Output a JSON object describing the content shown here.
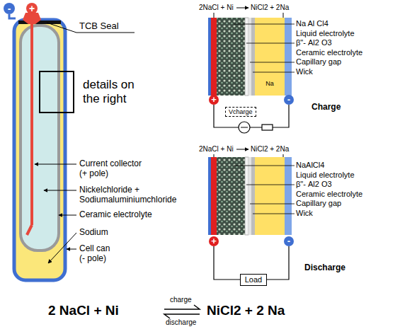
{
  "diagram": {
    "nodes": [
      {
        "text": [
          "details on the right"
        ]
      },
      {
        "text": [
          "Vcharge"
        ]
      },
      {
        "text": [
          "Load"
        ]
      }
    ],
    "labels": [
      "-",
      "+",
      "TCB Seal",
      "Current collector (+ pole)",
      "Nickelchloride + Sodiumaluminiumchloride",
      "Ceramic electrolyte",
      "Sodium",
      "Cell can (- pole)",
      "2NaCl + Ni",
      "NiCl2 + 2Na",
      "Na Al Cl4",
      "Liquid electrolyte",
      "β\"- Al2 O3",
      "Ceramic electrolyte",
      "Capillary gap",
      "Wick",
      "Na",
      "+",
      "-",
      "Charge",
      "2NaCl + Ni",
      "NiCl2 + 2Na",
      "NaAlCl4",
      "Liquid electrolyte",
      "β\"- Al2 O3",
      "Ceramic electrolyte",
      "Capillary gap",
      "Wick",
      "+",
      "-",
      "Discharge",
      "2 NaCl + Ni",
      "charge",
      "discharge",
      "NiCl2 + 2 Na"
    ]
  }
}
